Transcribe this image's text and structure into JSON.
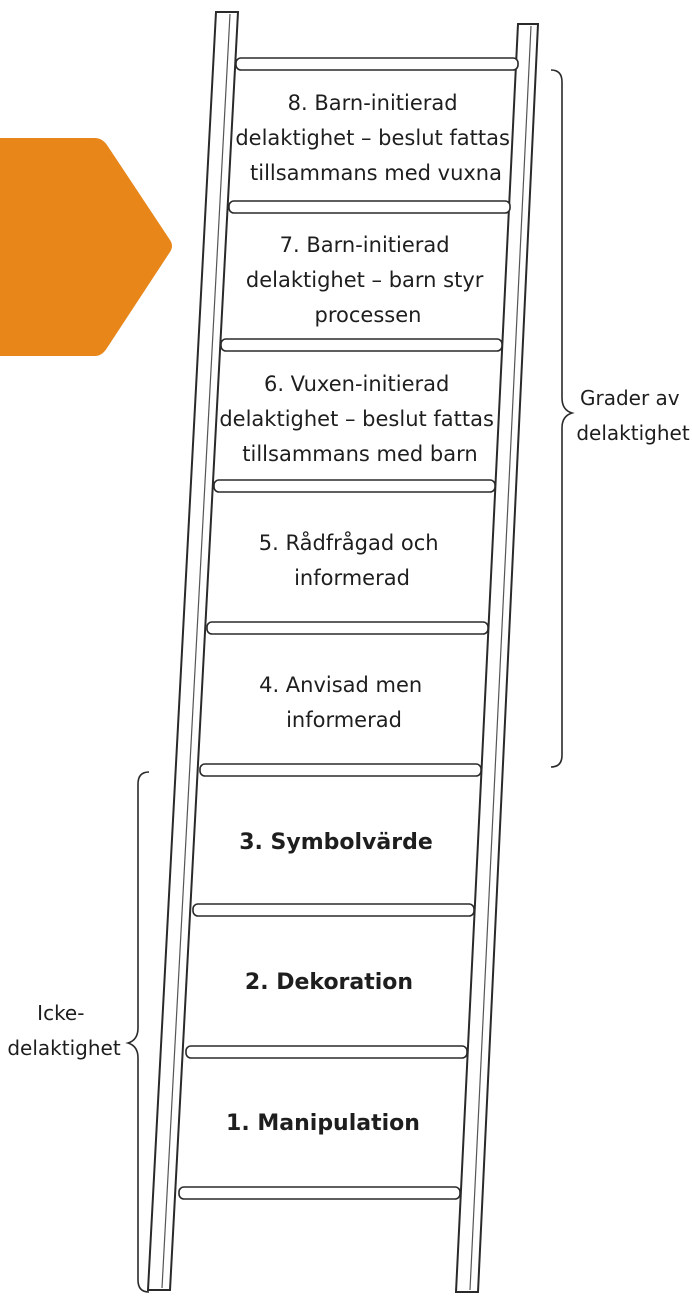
{
  "accent_color": "#E8861A",
  "ladder_rungs": [
    {
      "level": 1,
      "lines": [
        "1. Manipulation"
      ]
    },
    {
      "level": 2,
      "lines": [
        "2. Dekoration"
      ]
    },
    {
      "level": 3,
      "lines": [
        "3. Symbolvärde"
      ]
    },
    {
      "level": 4,
      "lines": [
        "4. Anvisad men",
        "informerad"
      ]
    },
    {
      "level": 5,
      "lines": [
        "5. Rådfrågad och",
        "informerad"
      ]
    },
    {
      "level": 6,
      "lines": [
        "6. Vuxen-initierad",
        "delaktighet – beslut fattas",
        "tillsammans med barn"
      ]
    },
    {
      "level": 7,
      "lines": [
        "7. Barn-initierad",
        "delaktighet – barn styr",
        "processen"
      ]
    },
    {
      "level": 8,
      "lines": [
        "8. Barn-initierad",
        "delaktighet – beslut fattas",
        "tillsammans med vuxna"
      ]
    }
  ],
  "groups": {
    "participation": {
      "lines": [
        "Grader av",
        "delaktighet"
      ]
    },
    "non_participation": {
      "lines": [
        "Icke-",
        "delaktighet"
      ]
    }
  }
}
